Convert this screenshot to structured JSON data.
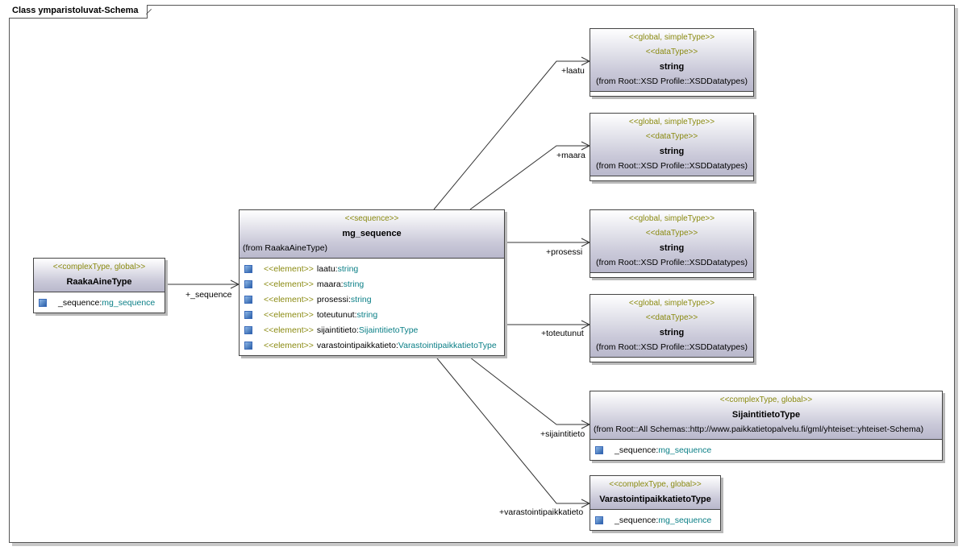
{
  "diagram": {
    "title": "Class ymparistoluvat-Schema"
  },
  "classes": {
    "raaka": {
      "stereotype": "<<complexType, global>>",
      "name": "RaakaAineType",
      "attrs": [
        {
          "name": "_sequence:",
          "type": "mg_sequence"
        }
      ]
    },
    "seq": {
      "stereotype": "<<sequence>>",
      "name": "mg_sequence",
      "from": "(from RaakaAineType)",
      "attrs": [
        {
          "stereo": "<<element>>",
          "name": "laatu:",
          "type": "string"
        },
        {
          "stereo": "<<element>>",
          "name": "maara:",
          "type": "string"
        },
        {
          "stereo": "<<element>>",
          "name": "prosessi:",
          "type": "string"
        },
        {
          "stereo": "<<element>>",
          "name": "toteutunut:",
          "type": "string"
        },
        {
          "stereo": "<<element>>",
          "name": "sijaintitieto:",
          "type": "SijaintitietoType"
        },
        {
          "stereo": "<<element>>",
          "name": "varastointipaikkatieto:",
          "type": "VarastointipaikkatietoType"
        }
      ]
    },
    "str1": {
      "stereotype1": "<<global, simpleType>>",
      "stereotype2": "<<dataType>>",
      "name": "string",
      "from": "(from Root::XSD Profile::XSDDatatypes)"
    },
    "str2": {
      "stereotype1": "<<global, simpleType>>",
      "stereotype2": "<<dataType>>",
      "name": "string",
      "from": "(from Root::XSD Profile::XSDDatatypes)"
    },
    "str3": {
      "stereotype1": "<<global, simpleType>>",
      "stereotype2": "<<dataType>>",
      "name": "string",
      "from": "(from Root::XSD Profile::XSDDatatypes)"
    },
    "str4": {
      "stereotype1": "<<global, simpleType>>",
      "stereotype2": "<<dataType>>",
      "name": "string",
      "from": "(from Root::XSD Profile::XSDDatatypes)"
    },
    "sijainti": {
      "stereotype": "<<complexType, global>>",
      "name": "SijaintitietoType",
      "from": "(from Root::All Schemas::http://www.paikkatietopalvelu.fi/gml/yhteiset::yhteiset-Schema)",
      "attrs": [
        {
          "name": "_sequence:",
          "type": "mg_sequence"
        }
      ]
    },
    "varasto": {
      "stereotype": "<<complexType, global>>",
      "name": "VarastointipaikkatietoType",
      "attrs": [
        {
          "name": "_sequence:",
          "type": "mg_sequence"
        }
      ]
    }
  },
  "roles": {
    "sequence": "+_sequence",
    "laatu": "+laatu",
    "maara": "+maara",
    "prosessi": "+prosessi",
    "toteutunut": "+toteutunut",
    "sijaintitieto": "+sijaintitieto",
    "varastointipaikkatieto": "+varastointipaikkatieto"
  }
}
